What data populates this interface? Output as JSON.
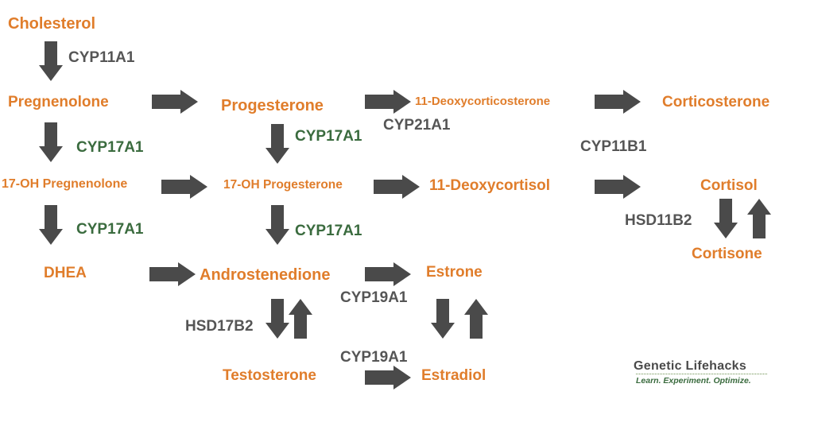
{
  "hormones": {
    "cholesterol": "Cholesterol",
    "pregnenolone": "Pregnenolone",
    "progesterone": "Progesterone",
    "deoxycorticosterone": "11-Deoxycorticosterone",
    "corticosterone": "Corticosterone",
    "oh_pregnenolone": "17-OH Pregnenolone",
    "oh_progesterone": "17-OH Progesterone",
    "deoxycortisol": "11-Deoxycortisol",
    "cortisol": "Cortisol",
    "cortisone": "Cortisone",
    "dhea": "DHEA",
    "androstenedione": "Androstenedione",
    "estrone": "Estrone",
    "testosterone": "Testosterone",
    "estradiol": "Estradiol"
  },
  "enzymes": {
    "cyp11a1": "CYP11A1",
    "cyp17a1_1": "CYP17A1",
    "cyp17a1_2": "CYP17A1",
    "cyp17a1_3": "CYP17A1",
    "cyp17a1_4": "CYP17A1",
    "cyp21a1": "CYP21A1",
    "cyp11b1": "CYP11B1",
    "hsd11b2": "HSD11B2",
    "cyp19a1_1": "CYP19A1",
    "cyp19a1_2": "CYP19A1",
    "hsd17b2": "HSD17B2"
  },
  "brand": {
    "name": "Genetic Lifehacks",
    "tagline": "Learn. Experiment. Optimize."
  },
  "colors": {
    "hormone": "#e07d2b",
    "enzyme_gray": "#555555",
    "enzyme_green": "#3a6b3e",
    "arrow": "#4a4a4a"
  }
}
